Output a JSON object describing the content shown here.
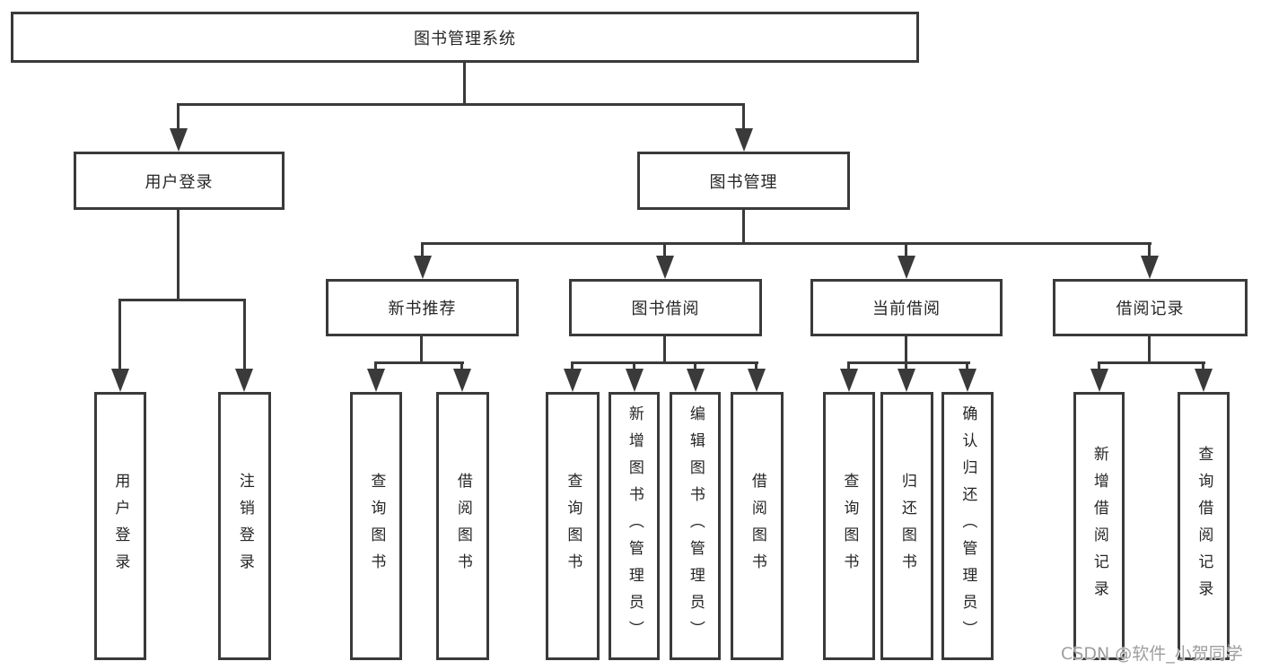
{
  "diagram": {
    "root": "图书管理系统",
    "l2": {
      "login": "用户登录",
      "mgmt": "图书管理"
    },
    "l3": {
      "newbook": "新书推荐",
      "borrow": "图书借阅",
      "current": "当前借阅",
      "records": "借阅记录"
    },
    "leaves": {
      "g1a": "用户登录",
      "g1b": "注销登录",
      "g2a": "查询图书",
      "g2b": "借阅图书",
      "g3a": "查询图书",
      "g3b": "新增图书（管理员）",
      "g3c": "编辑图书（管理员）",
      "g3d": "借阅图书",
      "g4a": "查询图书",
      "g4b": "归还图书",
      "g4c": "确认归还（管理员）",
      "g5a": "新增借阅记录",
      "g5b": "查询借阅记录"
    },
    "colors": {
      "line": "#3a3a3a",
      "text": "#262626",
      "background": "#ffffff",
      "watermark_color": "#9e9e9e"
    },
    "watermark": "CSDN @软件_小贺同学"
  }
}
